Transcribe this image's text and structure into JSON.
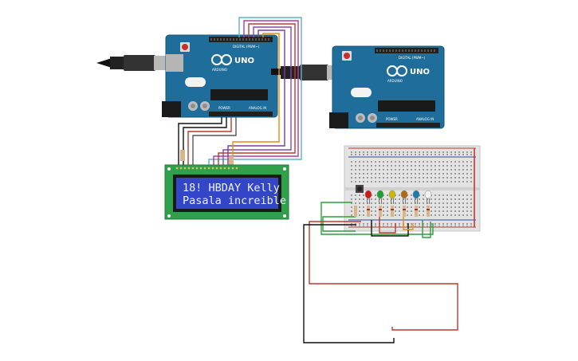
{
  "arduino_left": {
    "brand": "UNO",
    "maker": "ARDUINO",
    "power_label": "POWER",
    "analog_label": "ANALOG IN",
    "digital_label": "DIGITAL (PWM~)"
  },
  "arduino_right": {
    "brand": "UNO",
    "maker": "ARDUINO",
    "power_label": "POWER",
    "analog_label": "ANALOG IN",
    "digital_label": "DIGITAL (PWM~)"
  },
  "lcd": {
    "line1": "18! HBDAY Kelly",
    "line2": "Pasala increible"
  },
  "leds": [
    {
      "color": "#d21818"
    },
    {
      "color": "#1fa12f"
    },
    {
      "color": "#c9b900"
    },
    {
      "color": "#b06a10"
    },
    {
      "color": "#1a7bb0"
    },
    {
      "color": "#f2f2f2"
    }
  ],
  "colors": {
    "board": "#1f6d9a",
    "breadboard": "#e3e3e3",
    "lcd_pcb": "#2fa14a",
    "lcd_screen": "#3346c8"
  }
}
